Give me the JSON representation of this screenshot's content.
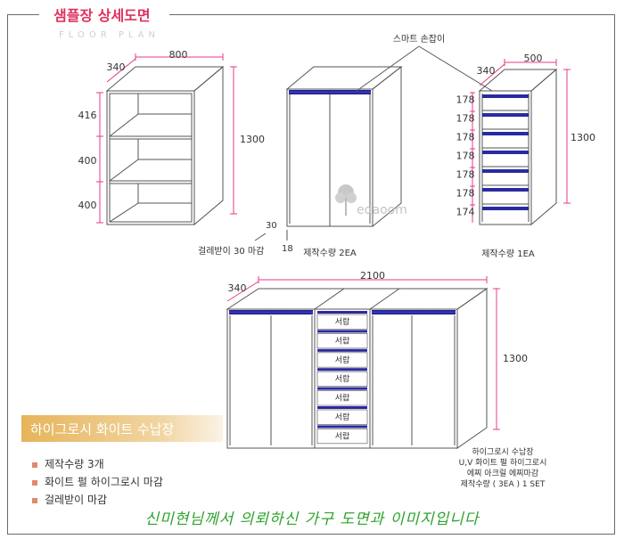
{
  "header": {
    "title": "샘플장 상세도면",
    "subtitle": "FLOOR PLAN"
  },
  "unit_a": {
    "dims": {
      "width": "800",
      "depth": "340",
      "height": "1300",
      "shelves": [
        "416",
        "400",
        "400"
      ]
    },
    "base_note_value": "30",
    "base_note_value2": "18",
    "base_note_label": "걸레받이 30 마감"
  },
  "unit_b": {
    "handle_label": "스마트 손잡이",
    "quantity_label": "제작수량 2EA"
  },
  "unit_c": {
    "dims": {
      "width": "500",
      "depth": "340",
      "height": "1300",
      "drawers": [
        "178",
        "178",
        "178",
        "178",
        "178",
        "178",
        "174"
      ]
    },
    "quantity_label": "제작수량 1EA"
  },
  "assembly": {
    "dims": {
      "width": "2100",
      "depth": "340",
      "height": "1300"
    },
    "drawer_label": "서랍",
    "drawer_count": 7
  },
  "banner": {
    "text": "하이그로시 화이트 수납장"
  },
  "bullets": [
    "제작수량  3개",
    "화이트 펄 하이그로시  마감",
    "걸레받이 마감"
  ],
  "spec_lines": [
    "하이그로시 수납장",
    "U,V 화이트 펄 하이그로시",
    "에찌 아크릴 에찌마감",
    "제작수량 ( 3EA ) 1 SET"
  ],
  "watermark": "edaoom",
  "footer_note": "신미현님께서 의뢰하신 가구 도면과 이미지입니다",
  "colors": {
    "accent": "#e03060",
    "dimension": "#e8388a",
    "handle": "#2a2aa0",
    "line": "#555555",
    "footer": "#2ea42e"
  }
}
